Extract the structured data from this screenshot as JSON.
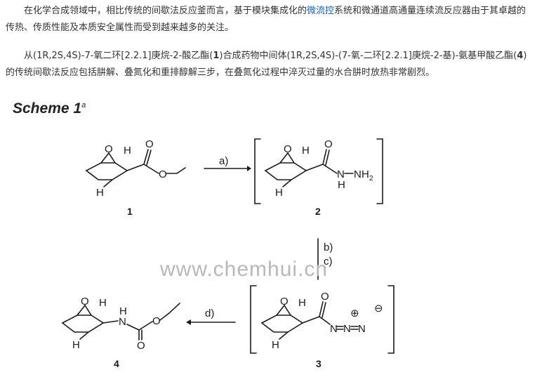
{
  "article": {
    "p1_a": "在化学合成领域中，相比传统的间歇法反应釜而言，基于模块集成化的",
    "p1_link": "微流控",
    "p1_b": "系统和微通道高通量连续流反应器由于其卓越的传热、传质性能及本质安全属性而受到越来越多的关注。",
    "p2_a": "从(1R,2S,4S)-7-氧二环[2.2.1]庚烷-2-酸乙酯(",
    "p2_n1": "1",
    "p2_b": ")合成药物中间体(1R,2S,4S)-(7-氧-二环[2.2.1]庚烷-2-基)-氨基甲酸乙酯(",
    "p2_n4": "4",
    "p2_c": ")的传统间歇法反应包括肼解、叠氮化和重排醇解三步，在叠氮化过程中淬灭过量的水合肼时放热非常剧烈。"
  },
  "scheme": {
    "title": "Scheme 1",
    "title_sup": "a",
    "atoms": {
      "O": "O",
      "H": "H",
      "N": "N",
      "NH2_N": "N",
      "NH2_H": "H",
      "NH2_sub": "2",
      "N_eq": "N",
      "N_plus": "⊕",
      "N_minus": "⊖"
    },
    "compounds": [
      {
        "number": "1"
      },
      {
        "number": "2"
      },
      {
        "number": "3"
      },
      {
        "number": "4"
      }
    ],
    "steps": {
      "a": "a)",
      "b": "b)",
      "c": "c)",
      "d": "d)"
    }
  },
  "watermark": "www.chemhui.cn"
}
